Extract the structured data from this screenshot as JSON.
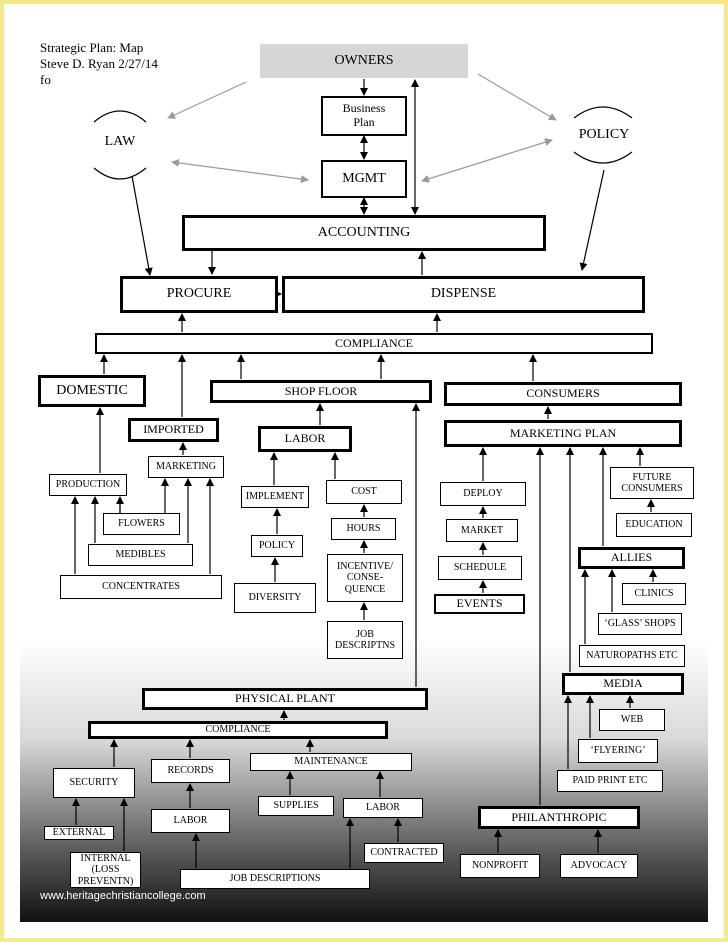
{
  "header": {
    "title": "Strategic Plan: Map",
    "author": "Steve D. Ryan 2/27/14",
    "fragment": "fo"
  },
  "circles": {
    "law": "LAW",
    "policy": "POLICY"
  },
  "nodes": {
    "owners": "OWNERS",
    "business_plan": "Business\nPlan",
    "mgmt": "MGMT",
    "accounting": "ACCOUNTING",
    "procure": "PROCURE",
    "dispense": "DISPENSE",
    "compliance": "COMPLIANCE",
    "domestic": "DOMESTIC",
    "shop_floor": "SHOP FLOOR",
    "consumers": "CONSUMERS",
    "imported": "IMPORTED",
    "labor": "LABOR",
    "marketing_plan": "MARKETING PLAN",
    "production": "PRODUCTION",
    "marketing": "MARKETING",
    "flowers": "FLOWERS",
    "medibles": "MEDIBLES",
    "concentrates": "CONCENTRATES",
    "implement": "IMPLEMENT",
    "policy_box": "POLICY",
    "diversity": "DIVERSITY",
    "cost": "COST",
    "hours": "HOURS",
    "incentive": "INCENTIVE/\nCONSE-\nQUENCE",
    "job_descriptns": "JOB\nDESCRIPTNS",
    "deploy": "DEPLOY",
    "market": "MARKET",
    "schedule": "SCHEDULE",
    "events": "EVENTS",
    "future_consumers": "FUTURE\nCONSUMERS",
    "education": "EDUCATION",
    "allies": "ALLIES",
    "clinics": "CLINICS",
    "glass_shops": "‘GLASS’ SHOPS",
    "naturopaths": "NATUROPATHS ETC",
    "media": "MEDIA",
    "web": "WEB",
    "flyering": "‘FLYERING’",
    "paid_print": "PAID PRINT ETC",
    "physical_plant": "PHYSICAL PLANT",
    "compliance2": "COMPLIANCE",
    "security": "SECURITY",
    "records": "RECORDS",
    "maintenance": "MAINTENANCE",
    "external": "EXTERNAL",
    "internal": "INTERNAL\n(LOSS\nPREVENTN)",
    "labor2": "LABOR",
    "supplies": "SUPPLIES",
    "labor3": "LABOR",
    "contracted": "CONTRACTED",
    "job_descriptions": "JOB DESCRIPTIONS",
    "philanthropic": "PHILANTHROPIC",
    "nonprofit": "NONPROFIT",
    "advocacy": "ADVOCACY"
  },
  "watermark": "www.heritagechristiancollege.com",
  "colors": {
    "frame": "#f6e98a",
    "owners_fill": "#d6d6d6",
    "gray_arrow": "#9a9a9a",
    "line": "#000000"
  }
}
